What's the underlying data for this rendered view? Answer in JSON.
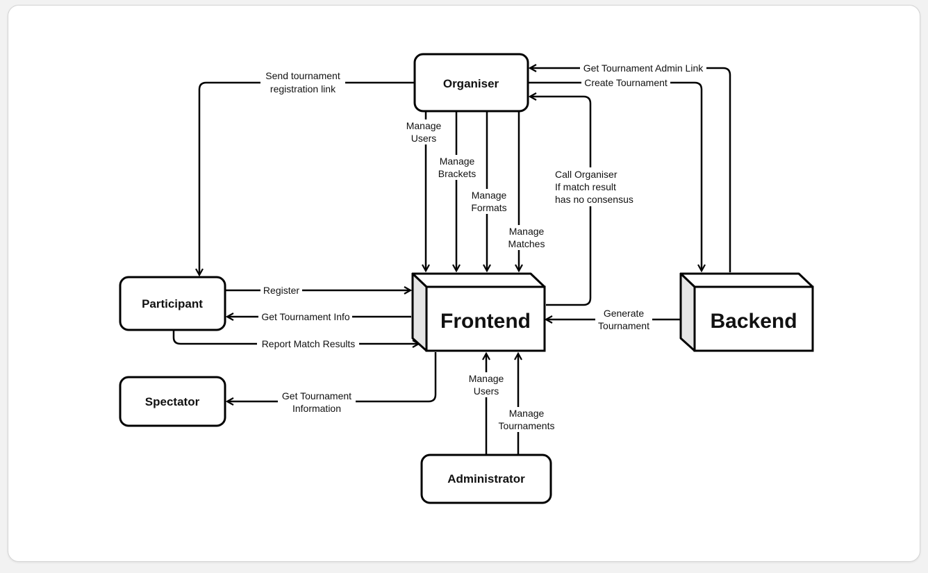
{
  "nodes": {
    "organiser": "Organiser",
    "participant": "Participant",
    "spectator": "Spectator",
    "frontend": "Frontend",
    "backend": "Backend",
    "administrator": "Administrator"
  },
  "edges": {
    "send_link": [
      "Send tournament",
      "registration link"
    ],
    "get_admin_link": "Get Tournament Admin Link",
    "create_tournament": "Create Tournament",
    "manage_users_org": [
      "Manage",
      "Users"
    ],
    "manage_brackets": [
      "Manage",
      "Brackets"
    ],
    "manage_formats": [
      "Manage",
      "Formats"
    ],
    "manage_matches": [
      "Manage",
      "Matches"
    ],
    "call_organiser": [
      "Call Organiser",
      "If match result",
      "has no consensus"
    ],
    "register": "Register",
    "get_tournament_info": "Get Tournament Info",
    "report_results": "Report Match Results",
    "generate_tournament": [
      "Generate",
      "Tournament"
    ],
    "get_tournament_information": [
      "Get Tournament",
      "Information"
    ],
    "manage_users_admin": [
      "Manage",
      "Users"
    ],
    "manage_tournaments": [
      "Manage",
      "Tournaments"
    ]
  }
}
